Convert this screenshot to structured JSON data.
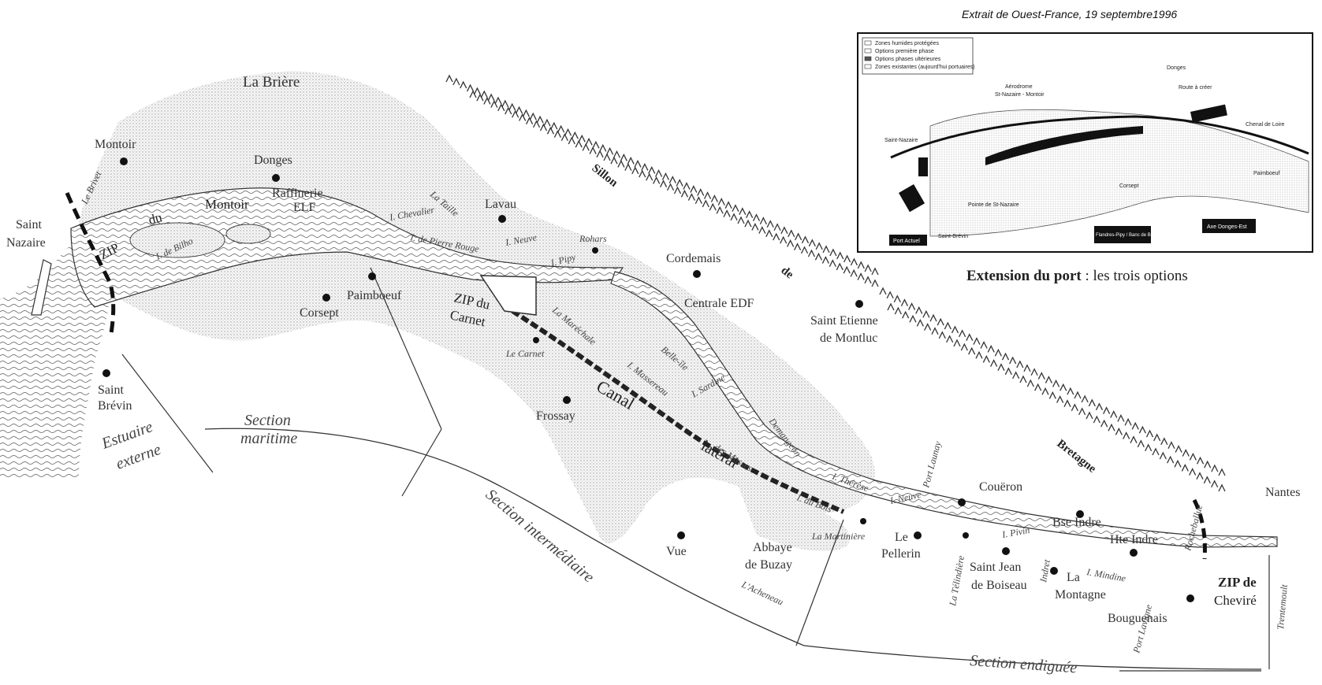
{
  "source_caption": "Extrait de Ouest-France, 19 septembre1996",
  "inset": {
    "caption_bold": "Extension du port",
    "caption_rest": " : les trois options",
    "legend": [
      "Zones humides protégées",
      "Options première phase",
      "Options phases ultérieures",
      "Zones existantes (aujourd'hui portuaires)"
    ],
    "labels": {
      "aerodrome": "Aérodrome",
      "aerodrome2": "St-Nazaire - Montoir",
      "donges": "Donges",
      "route": "Route à créer",
      "saint_nazaire": "Saint-Nazaire",
      "chenal": "Chenal de Loire",
      "paimboeuf": "Paimboeuf",
      "corsept": "Corsept",
      "pointe": "Pointe de St-Nazaire",
      "saint_brevin": "Saint-Brévin",
      "box1": "Port Actuel",
      "box2": "Flandres-Pipy / Banc de Bilho",
      "box3": "Axe Donges-Est"
    }
  },
  "places": {
    "montoir": "Montoir",
    "donges": "Donges",
    "raffinerie": "Raffinerie",
    "elf": "ELF",
    "la_briere": "La Brière",
    "lavau": "Lavau",
    "saint": "Saint",
    "nazaire": "Nazaire",
    "corsept": "Corsept",
    "paimboeuf": "Paimboeuf",
    "saint2": "Saint",
    "brevin": "Brévin",
    "cordemais": "Cordemais",
    "centrale": "Centrale EDF",
    "saint_etienne": "Saint Etienne",
    "de_montluc": "de Montluc",
    "frossay": "Frossay",
    "vue": "Vue",
    "abbaye": "Abbaye",
    "de_buzay": "de Buzay",
    "le": "Le",
    "pellerin": "Pellerin",
    "coueron": "Couëron",
    "saint_jean": "Saint Jean",
    "de_boiseau": "de Boiseau",
    "bse_indre": "Bse Indre",
    "hte_indre": "Hte Indre",
    "la_montagne_1": "La",
    "la_montagne_2": "Montagne",
    "bouguenais": "Bouguenais",
    "nantes": "Nantes"
  },
  "zones": {
    "zip_montoir_1": "ZIP",
    "zip_montoir_2": "du",
    "zip_montoir_3": "Montoir",
    "zip_carnet_1": "ZIP du",
    "zip_carnet_2": "Carnet",
    "zip_cheviré_1": "ZIP de",
    "zip_cheviré_2": "Cheviré",
    "canal": "Canal",
    "lateral": "latéral"
  },
  "regions": {
    "sillon": "Sillon",
    "de": "de",
    "bretagne": "Bretagne"
  },
  "sections": {
    "estuaire_1": "Estuaire",
    "estuaire_2": "externe",
    "maritime_1": "Section",
    "maritime_2": "maritime",
    "intermediaire": "Section intermédiaire",
    "endiguee": "Section endiguée"
  },
  "small_labels": {
    "le_brivet": "Le Brivet",
    "de_bilho": "I. de Bilho",
    "la_taille": "La Taille",
    "chevalier": "I. Chevalier",
    "pierre_rouge": "I. de Pierre Rouge",
    "neuve": "I. Neuve",
    "rohars": "Rohars",
    "pipy": "I. Pipy",
    "le_carnet": "Le Carnet",
    "marechale": "La Maréchale",
    "belle_ile": "Belle-île",
    "masserean": "I. Massereau",
    "sardine": "I. Sardine",
    "demangeon": "Demangeon",
    "des_masses": "des Masses",
    "du_bois": "I. du Bois",
    "therese": "I. Thérèse",
    "neuve2": "I. Neuve",
    "port_launay": "Port Launay",
    "la_martiniere": "La Martinière",
    "pivin": "I. Pivin",
    "la_telindiere": "La Télindière",
    "indret": "Indret",
    "mindine": "I. Mindine",
    "port_lavigne": "Port Lavigne",
    "rocheballue": "Rocheballue",
    "trentemoult": "Trentemoult",
    "l_acheneau": "L'Acheneau"
  },
  "colors": {
    "ink": "#333333",
    "stipple": "#c9c9c9",
    "water": "#555555"
  }
}
